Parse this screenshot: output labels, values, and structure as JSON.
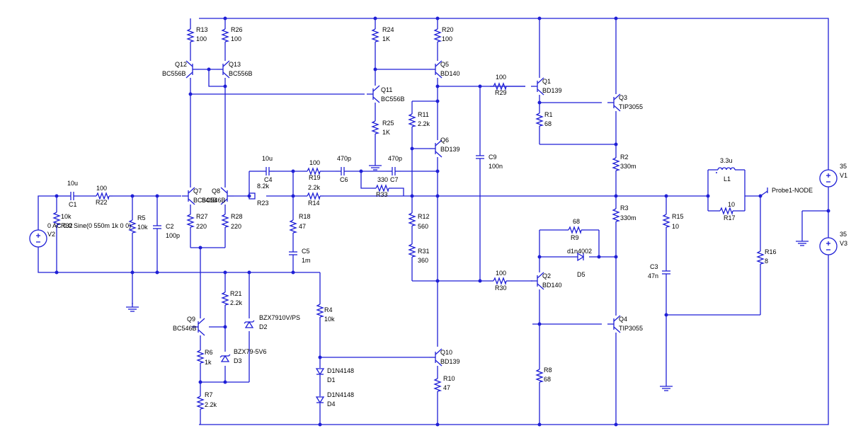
{
  "components": {
    "R13": {
      "ref": "R13",
      "val": "100"
    },
    "R26": {
      "ref": "R26",
      "val": "100"
    },
    "R24": {
      "ref": "R24",
      "val": "1K"
    },
    "R20": {
      "ref": "R20",
      "val": "100"
    },
    "Q12": {
      "ref": "Q12",
      "val": "BC556B"
    },
    "Q13": {
      "ref": "Q13",
      "val": "BC556B"
    },
    "Q5": {
      "ref": "Q5",
      "val": "BD140"
    },
    "Q11": {
      "ref": "Q11",
      "val": "BC556B"
    },
    "R29": {
      "ref": "R29",
      "val": "100"
    },
    "Q1": {
      "ref": "Q1",
      "val": "BD139"
    },
    "Q3": {
      "ref": "Q3",
      "val": "TIP3055"
    },
    "R1": {
      "ref": "R1",
      "val": "68"
    },
    "R11": {
      "ref": "R11",
      "val": "2.2k"
    },
    "R25": {
      "ref": "R25",
      "val": "1K"
    },
    "Q6": {
      "ref": "Q6",
      "val": "BD139"
    },
    "C9": {
      "ref": "C9",
      "val": "100n"
    },
    "R2": {
      "ref": "R2",
      "val": "330m"
    },
    "C1": {
      "ref": "C1",
      "val": "10u"
    },
    "R22": {
      "ref": "R22",
      "val": "100"
    },
    "C4": {
      "ref": "C4",
      "val": "10u"
    },
    "R19": {
      "ref": "R19",
      "val": "100"
    },
    "C6": {
      "ref": "C6",
      "val": "470p"
    },
    "C7": {
      "ref": "C7",
      "val": "470p"
    },
    "R33": {
      "ref": "R33",
      "val": "330"
    },
    "R23": {
      "ref": "R23",
      "val": "8.2k"
    },
    "R14": {
      "ref": "R14",
      "val": "2.2k"
    },
    "Q7": {
      "ref": "Q7",
      "val": "BC546B"
    },
    "Q8": {
      "ref": "Q8",
      "val": "BC546B"
    },
    "L1": {
      "ref": "L1",
      "val": "3.3u"
    },
    "R17": {
      "ref": "R17",
      "val": "10"
    },
    "V1": {
      "ref": "V1",
      "val": "35"
    },
    "V2": {
      "ref": "V2",
      "val": "0 AC 0.0 Sine(0 550m 1k 0 0)"
    },
    "R32": {
      "ref": "R32",
      "val": "10k"
    },
    "R5": {
      "ref": "R5",
      "val": "10k"
    },
    "C2": {
      "ref": "C2",
      "val": "100p"
    },
    "R27": {
      "ref": "R27",
      "val": "220"
    },
    "R28": {
      "ref": "R28",
      "val": "220"
    },
    "R18": {
      "ref": "R18",
      "val": "47"
    },
    "R12": {
      "ref": "R12",
      "val": "560"
    },
    "R3": {
      "ref": "R3",
      "val": "330m"
    },
    "R15": {
      "ref": "R15",
      "val": "10"
    },
    "R16": {
      "ref": "R16",
      "val": "8"
    },
    "V3": {
      "ref": "V3",
      "val": "35"
    },
    "C5": {
      "ref": "C5",
      "val": "1m"
    },
    "R9": {
      "ref": "R9",
      "val": "68"
    },
    "D5": {
      "ref": "D5",
      "val": "d1n4002"
    },
    "R31": {
      "ref": "R31",
      "val": "360"
    },
    "C3": {
      "ref": "C3",
      "val": "47n"
    },
    "R30": {
      "ref": "R30",
      "val": "100"
    },
    "Q2": {
      "ref": "Q2",
      "val": "BD140"
    },
    "R21": {
      "ref": "R21",
      "val": "2.2k"
    },
    "D2": {
      "ref": "D2",
      "val": "BZX7910V/PS"
    },
    "R4": {
      "ref": "R4",
      "val": "10k"
    },
    "Q9": {
      "ref": "Q9",
      "val": "BC546B"
    },
    "D3": {
      "ref": "D3",
      "val": "BZX79-5V6"
    },
    "Q4": {
      "ref": "Q4",
      "val": "TIP3055"
    },
    "R6": {
      "ref": "R6",
      "val": "1k"
    },
    "Q10": {
      "ref": "Q10",
      "val": "BD139"
    },
    "D1": {
      "ref": "D1",
      "val": "D1N4148"
    },
    "R8": {
      "ref": "R8",
      "val": "68"
    },
    "R10": {
      "ref": "R10",
      "val": "47"
    },
    "D4": {
      "ref": "D4",
      "val": "D1N4148"
    },
    "R7": {
      "ref": "R7",
      "val": "2.2k"
    }
  },
  "probe": {
    "label": "Probe1-NODE"
  },
  "colors": {
    "wire": "#1f1fd6",
    "text": "#000000",
    "background": "#ffffff"
  }
}
